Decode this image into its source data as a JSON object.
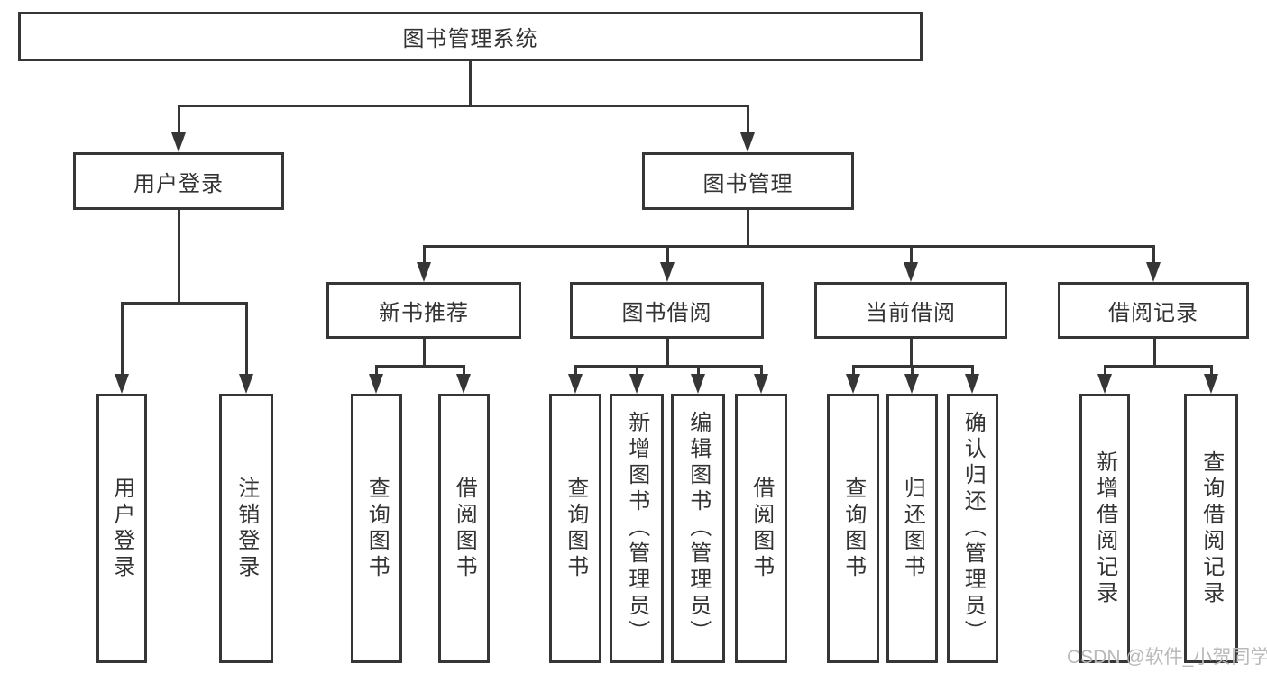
{
  "diagram": {
    "title_node": "图书管理系统",
    "level1": [
      {
        "label": "用户登录"
      },
      {
        "label": "图书管理"
      }
    ],
    "level2": [
      {
        "label": "新书推荐"
      },
      {
        "label": "图书借阅"
      },
      {
        "label": "当前借阅"
      },
      {
        "label": "借阅记录"
      }
    ],
    "leaves": {
      "user_login": [
        "用户登录",
        "注销登录"
      ],
      "new_book": [
        "查询图书",
        "借阅图书"
      ],
      "book_borrow": [
        "查询图书",
        "新增图书（管理员）",
        "编辑图书（管理员）",
        "借阅图书"
      ],
      "current_borrow": [
        "查询图书",
        "归还图书",
        "确认归还（管理员）"
      ],
      "borrow_record": [
        "新增借阅记录",
        "查询借阅记录"
      ]
    }
  },
  "watermark": "CSDN @软件_小贺同学",
  "colors": {
    "line": "#363636",
    "text": "#333333",
    "watermark": "#b9b9b9",
    "background": "#ffffff"
  }
}
